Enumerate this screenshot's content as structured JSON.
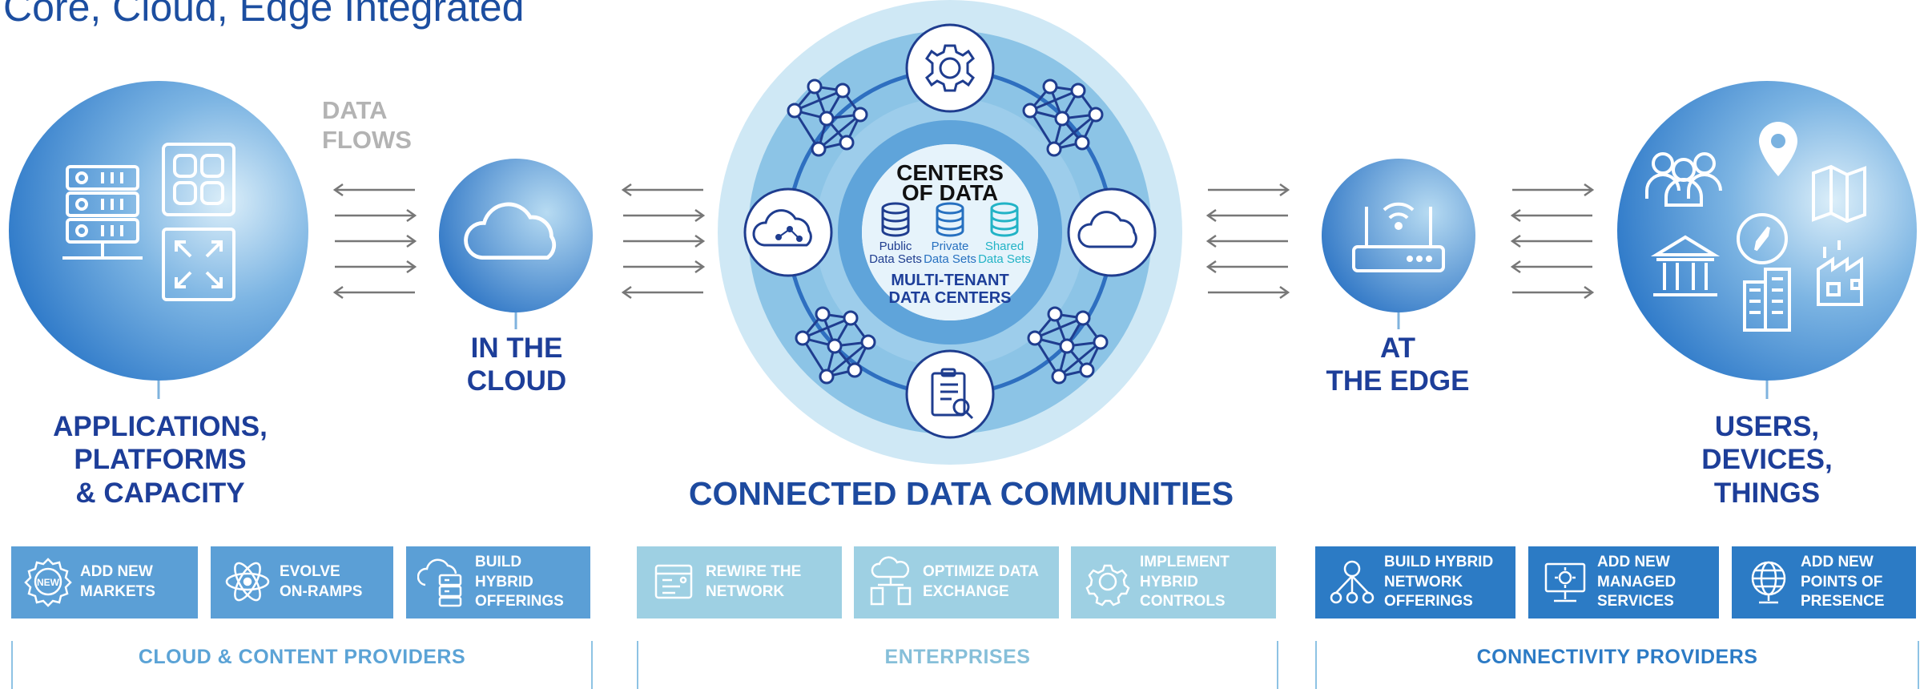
{
  "page_title": "Core, Cloud, Edge Integrated",
  "flows_label": [
    "DATA",
    "FLOWS"
  ],
  "nodes": {
    "applications": [
      "APPLICATIONS,",
      "PLATFORMS",
      "& CAPACITY"
    ],
    "cloud": [
      "IN THE",
      "CLOUD"
    ],
    "edge": [
      "AT",
      "THE EDGE"
    ],
    "users": [
      "USERS,",
      "DEVICES,",
      "THINGS"
    ]
  },
  "hub": {
    "title": [
      "CENTERS",
      "OF DATA"
    ],
    "data_sets": [
      {
        "label": [
          "Public",
          "Data Sets"
        ],
        "color": "#1f3d8f"
      },
      {
        "label": [
          "Private",
          "Data Sets"
        ],
        "color": "#2670c0"
      },
      {
        "label": [
          "Shared",
          "Data Sets"
        ],
        "color": "#22b3c6"
      }
    ],
    "subtitle": [
      "MULTI-TENANT",
      "DATA CENTERS"
    ]
  },
  "section_title": "CONNECTED DATA COMMUNITIES",
  "groups": [
    {
      "label": "CLOUD & CONTENT PROVIDERS",
      "color": "#5ba3d6",
      "tiles": [
        {
          "icon": "new-badge-icon",
          "lines": [
            "ADD NEW",
            "MARKETS"
          ]
        },
        {
          "icon": "atom-icon",
          "lines": [
            "EVOLVE",
            "ON-RAMPS"
          ]
        },
        {
          "icon": "hybrid-cloud-icon",
          "lines": [
            "BUILD",
            "HYBRID",
            "OFFERINGS"
          ]
        }
      ]
    },
    {
      "label": "ENTERPRISES",
      "color": "#86bfd9",
      "tiles": [
        {
          "icon": "network-rewire-icon",
          "lines": [
            "REWIRE THE",
            "NETWORK"
          ]
        },
        {
          "icon": "cloud-exchange-icon",
          "lines": [
            "OPTIMIZE DATA",
            "EXCHANGE"
          ]
        },
        {
          "icon": "controls-gear-icon",
          "lines": [
            "IMPLEMENT",
            "HYBRID",
            "CONTROLS"
          ]
        }
      ]
    },
    {
      "label": "CONNECTIVITY PROVIDERS",
      "color": "#2c7bc5",
      "tiles": [
        {
          "icon": "network-tree-icon",
          "lines": [
            "BUILD HYBRID",
            "NETWORK",
            "OFFERINGS"
          ]
        },
        {
          "icon": "managed-services-icon",
          "lines": [
            "ADD NEW",
            "MANAGED",
            "SERVICES"
          ]
        },
        {
          "icon": "globe-icon",
          "lines": [
            "ADD NEW",
            "POINTS OF",
            "PRESENCE"
          ]
        }
      ]
    }
  ],
  "colors": {
    "title_blue": "#1d3e99",
    "flows_gray": "#b3b3b3",
    "ring_dark": "#2e6fc0",
    "ring_light": "#cfe8f5"
  }
}
